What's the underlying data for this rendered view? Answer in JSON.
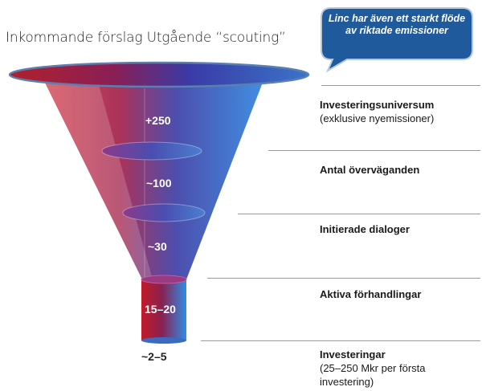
{
  "header": {
    "left_label": "Inkommande förslag  Utgående “scouting”"
  },
  "callout": {
    "text": "Linc har även ett starkt flöde av riktade emissioner",
    "color": "#1f5a9c"
  },
  "colors": {
    "funnel_red": "#c0232f",
    "funnel_blue": "#2b6fd6",
    "rim": "#4a6fa0"
  },
  "stages": [
    {
      "title": "Investeringsuniversum",
      "subtitle": "(exklusive nyemissioner)",
      "count": "+250"
    },
    {
      "title": "Antal överväganden",
      "subtitle": "",
      "count": "~100"
    },
    {
      "title": "Initierade dialoger",
      "subtitle": "",
      "count": "~30"
    },
    {
      "title": "Aktiva förhandlingar",
      "subtitle": "",
      "count": "15–20"
    },
    {
      "title": "Investeringar",
      "subtitle": "(25–250 Mkr per första",
      "subtitle2": "investering)",
      "count": "~2–5"
    }
  ]
}
